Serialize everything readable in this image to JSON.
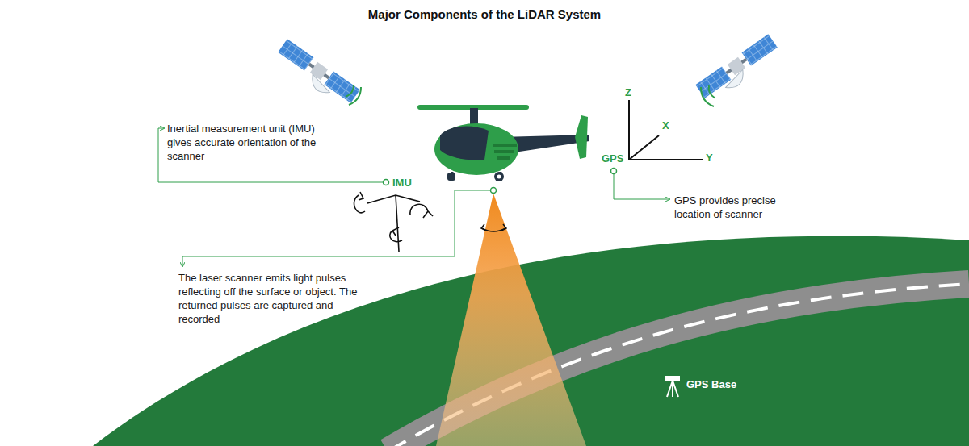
{
  "diagram": {
    "title": "Major Components of the LiDAR System",
    "labels": [
      "Inertial measurement unit (IMU) gives accurate orientation of the scanner",
      "IMU",
      "Z",
      "X",
      "GPS",
      "Y",
      "GPS provides precise location of scanner",
      "The laser scanner emits light pulses reflecting off the surface or object. The returned pulses are captured and recorded",
      "GPS Base"
    ]
  }
}
